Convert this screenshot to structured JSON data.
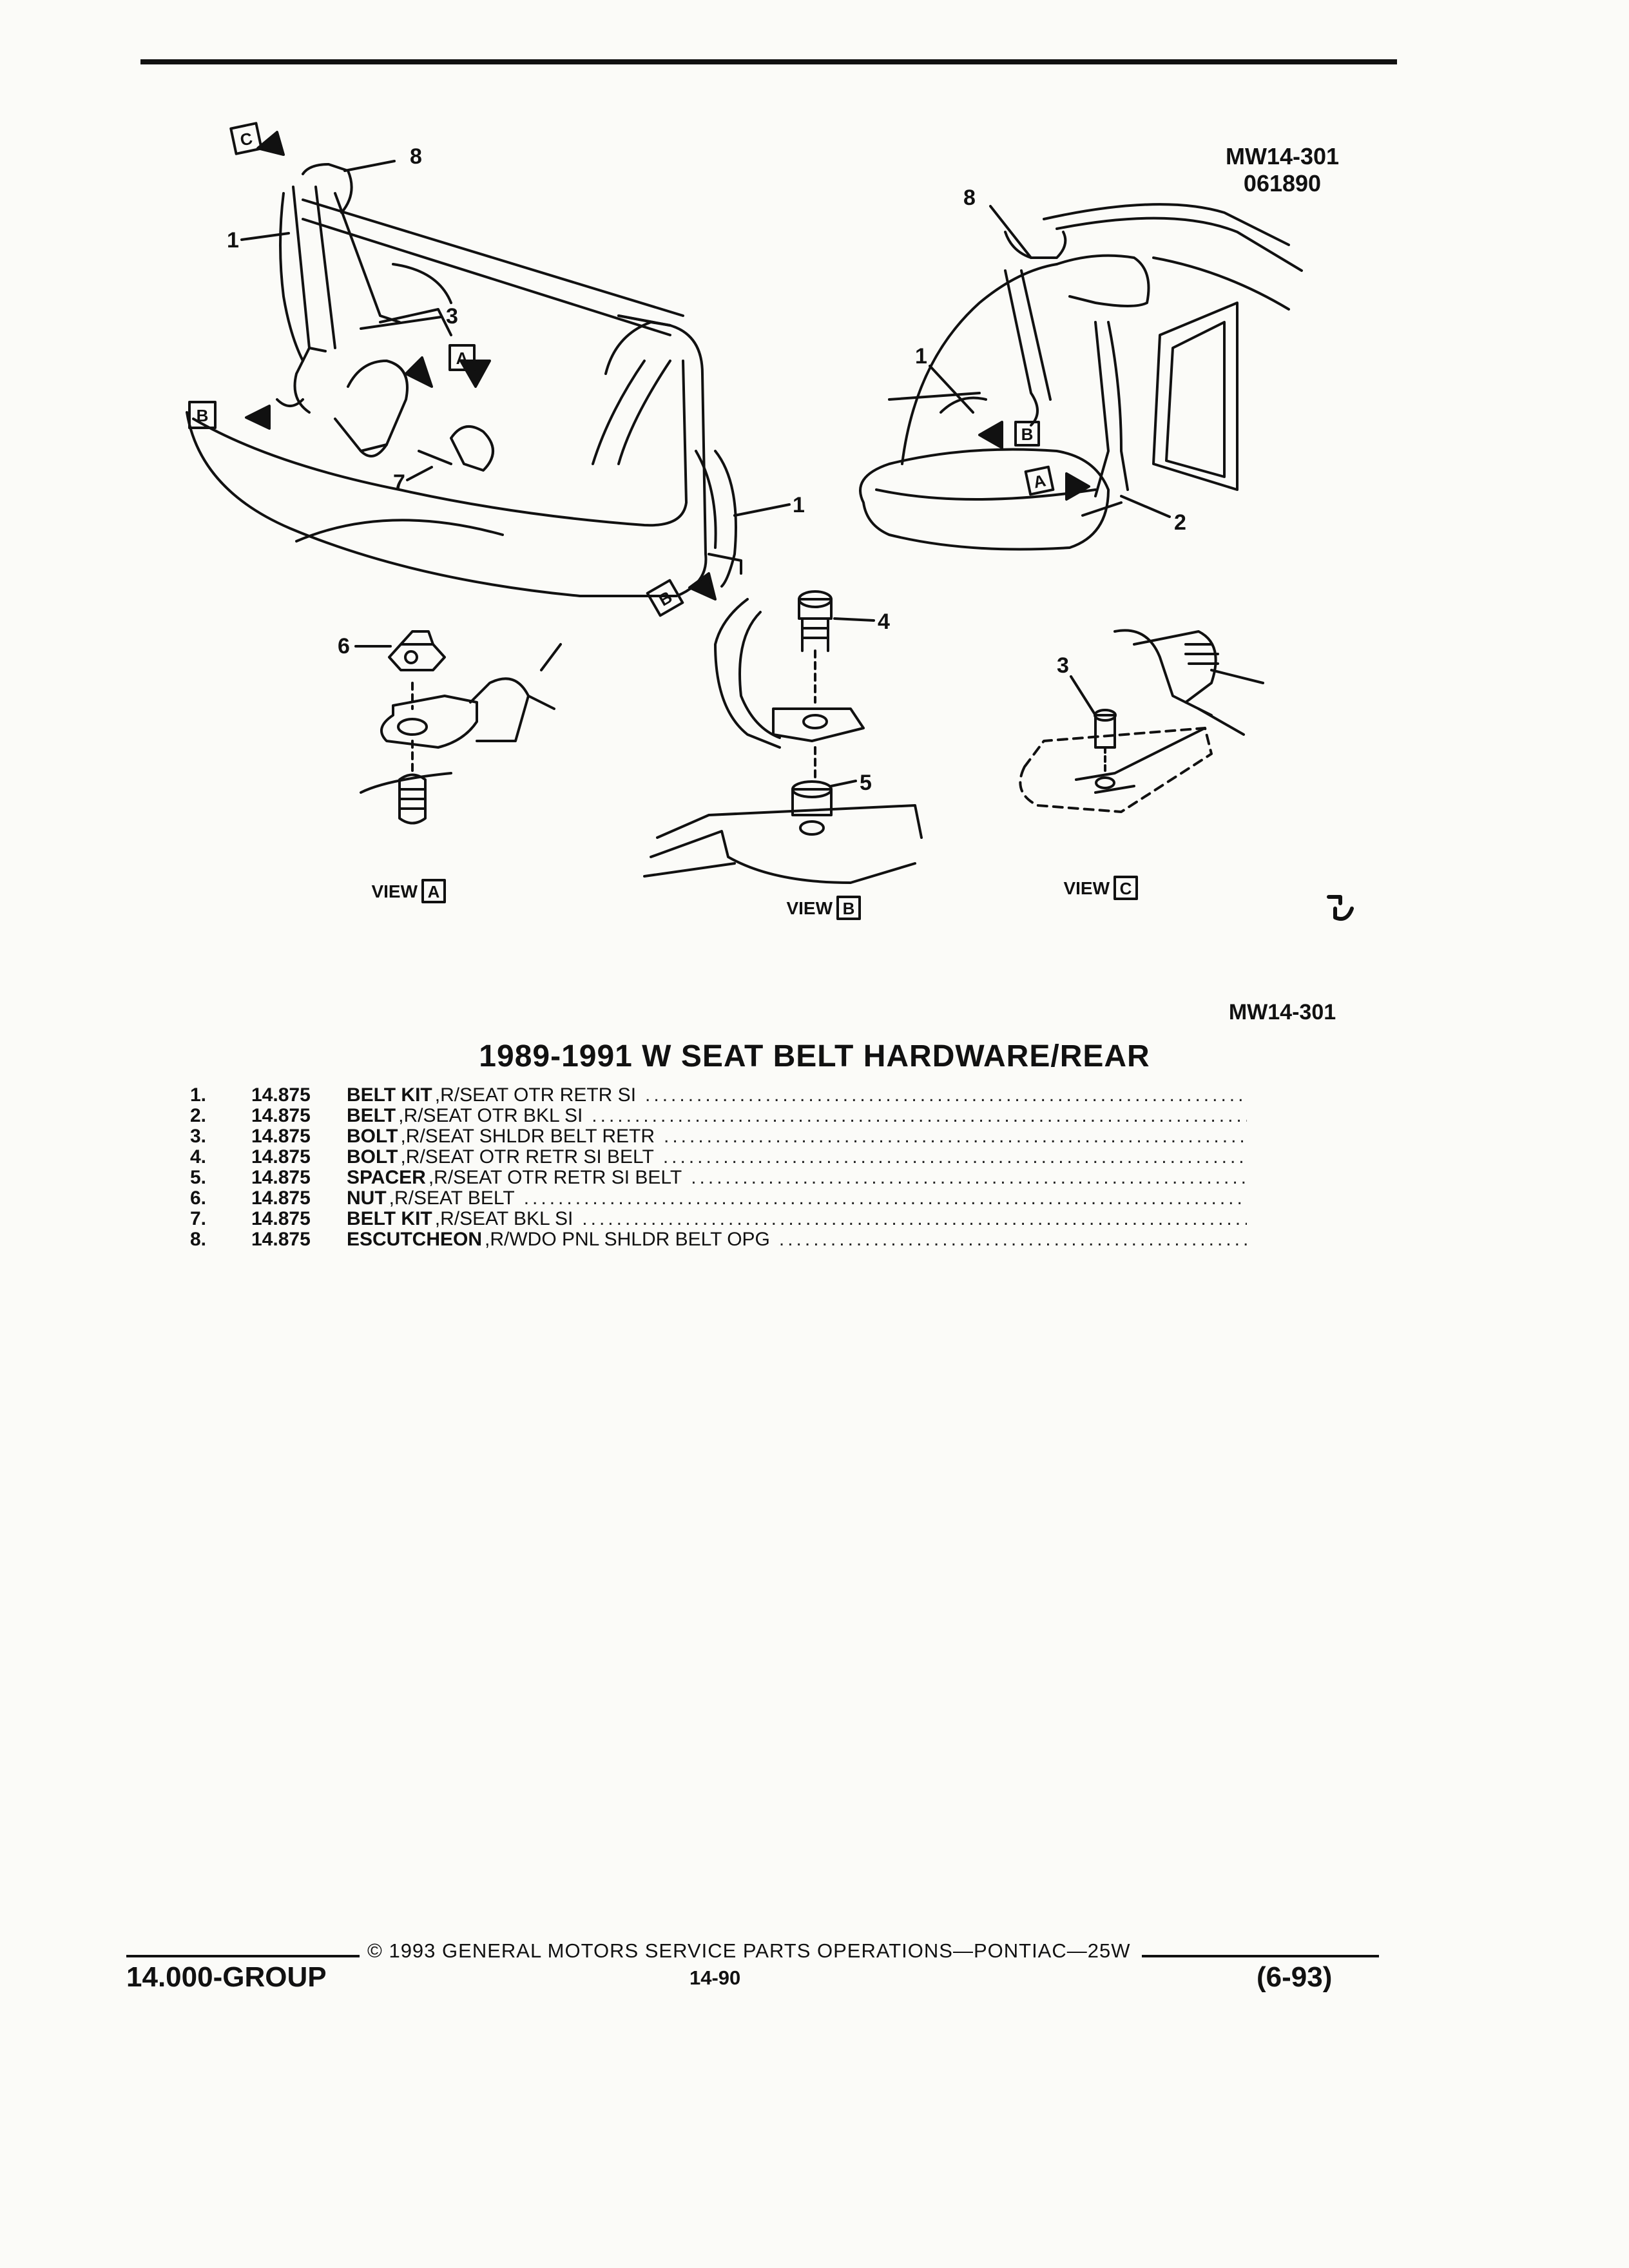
{
  "header": {
    "figure_code": "MW14-301",
    "figure_date": "061890"
  },
  "callouts": {
    "n1": "1",
    "n2": "2",
    "n3": "3",
    "n4": "4",
    "n5": "5",
    "n6": "6",
    "n7": "7",
    "n8": "8",
    "view_a": "A",
    "view_b": "B",
    "view_c": "C",
    "view_word": "VIEW"
  },
  "figure_caption_code": "MW14-301",
  "parts": {
    "title": "1989-1991 W SEAT BELT HARDWARE/REAR",
    "items": [
      {
        "num": "1.",
        "group": "14.875",
        "name": "BELT KIT",
        "desc": ",R/SEAT OTR RETR SI"
      },
      {
        "num": "2.",
        "group": "14.875",
        "name": "BELT",
        "desc": ",R/SEAT OTR BKL SI"
      },
      {
        "num": "3.",
        "group": "14.875",
        "name": "BOLT",
        "desc": ",R/SEAT SHLDR BELT RETR"
      },
      {
        "num": "4.",
        "group": "14.875",
        "name": "BOLT",
        "desc": ",R/SEAT OTR RETR SI BELT"
      },
      {
        "num": "5.",
        "group": "14.875",
        "name": "SPACER",
        "desc": ",R/SEAT OTR RETR SI BELT"
      },
      {
        "num": "6.",
        "group": "14.875",
        "name": "NUT",
        "desc": ",R/SEAT BELT"
      },
      {
        "num": "7.",
        "group": "14.875",
        "name": "BELT KIT",
        "desc": ",R/SEAT BKL SI"
      },
      {
        "num": "8.",
        "group": "14.875",
        "name": "ESCUTCHEON",
        "desc": ",R/WDO PNL SHLDR BELT OPG"
      }
    ]
  },
  "footer": {
    "group": "14.000-GROUP",
    "copyright": "© 1993 GENERAL MOTORS SERVICE PARTS OPERATIONS—PONTIAC—25W",
    "page": "14-90",
    "date": "(6-93)"
  }
}
